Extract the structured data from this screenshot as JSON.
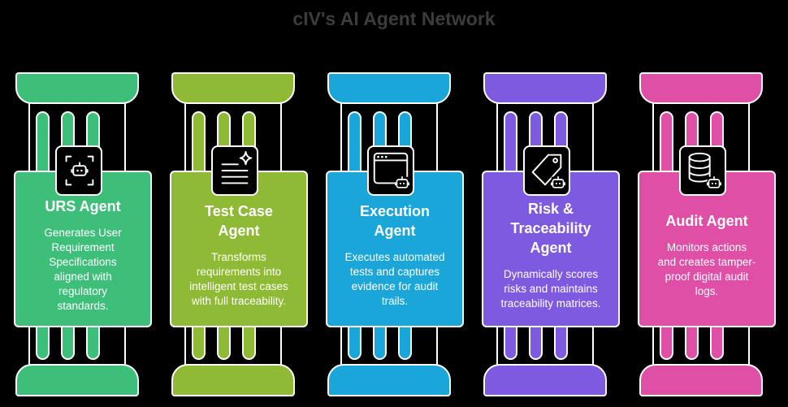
{
  "title": "cIV's AI Agent Network",
  "agents": [
    {
      "name_lines": [
        "URS Agent"
      ],
      "description_lines": [
        "Generates User",
        "Requirement",
        "Specifications",
        "aligned with",
        "regulatory",
        "standards."
      ],
      "color": "#3dbf7a",
      "icon": "robot-scan-icon"
    },
    {
      "name_lines": [
        "Test Case",
        "Agent"
      ],
      "description_lines": [
        "Transforms",
        "requirements into",
        "intelligent test cases",
        "with full traceability."
      ],
      "color": "#8fba35",
      "icon": "document-sparkle-icon"
    },
    {
      "name_lines": [
        "Execution",
        "Agent"
      ],
      "description_lines": [
        "Executes automated",
        "tests and captures",
        "evidence for audit",
        "trails."
      ],
      "color": "#1aa6d8",
      "icon": "browser-robot-icon"
    },
    {
      "name_lines": [
        "Risk &",
        "Traceability",
        "Agent"
      ],
      "description_lines": [
        "Dynamically scores",
        "risks and maintains",
        "traceability matrices."
      ],
      "color": "#7e5ae0",
      "icon": "tag-robot-icon"
    },
    {
      "name_lines": [
        "Audit Agent"
      ],
      "description_lines": [
        "Monitors actions",
        "and creates tamper-",
        "proof digital audit",
        "logs."
      ],
      "color": "#df4fa6",
      "icon": "database-robot-icon"
    }
  ]
}
